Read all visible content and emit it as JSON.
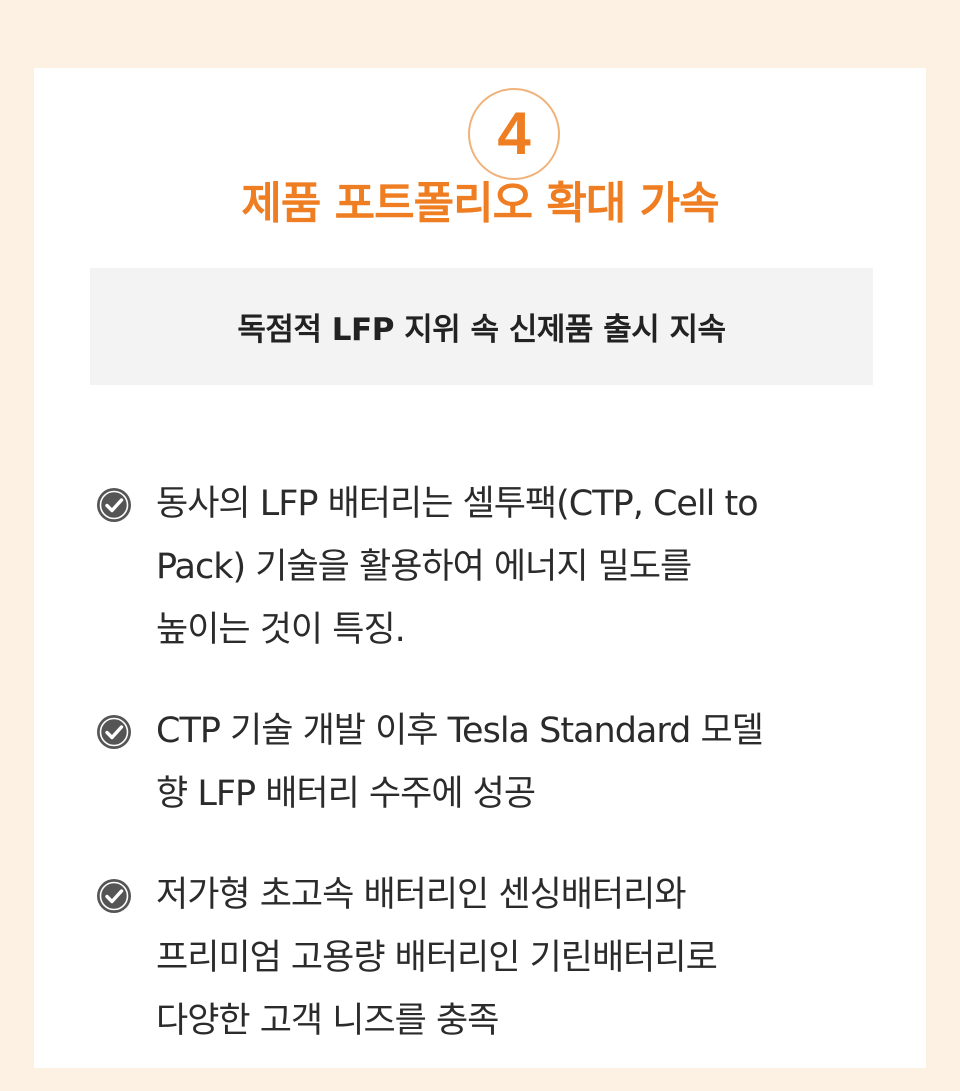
{
  "step": {
    "number": "4"
  },
  "title": "제품 포트폴리오 확대 가속",
  "subtitle": "독점적 LFP 지위 속 신제품 출시 지속",
  "bullets": [
    {
      "icon": "check-circle-icon",
      "lines": [
        "동사의 LFP 배터리는 셀투팩(CTP, Cell  to",
        "Pack) 기술을 활용하여 에너지 밀도를",
        "높이는 것이 특징."
      ]
    },
    {
      "icon": "check-circle-icon",
      "lines": [
        "CTP 기술 개발 이후 Tesla Standard 모델",
        "향 LFP 배터리 수주에 성공"
      ]
    },
    {
      "icon": "check-circle-icon",
      "lines": [
        "저가형 초고속 배터리인 센싱배터리와",
        "프리미엄 고용량 배터리인 기린배터리로",
        "다양한 고객 니즈를 충족"
      ]
    }
  ],
  "colors": {
    "background": "#fdf1e4",
    "accent": "#ef7d22",
    "badge_border": "#f0b27a",
    "subtitle_bg": "#f3f3f3",
    "icon": "#555555",
    "text": "#2b2b2b"
  }
}
